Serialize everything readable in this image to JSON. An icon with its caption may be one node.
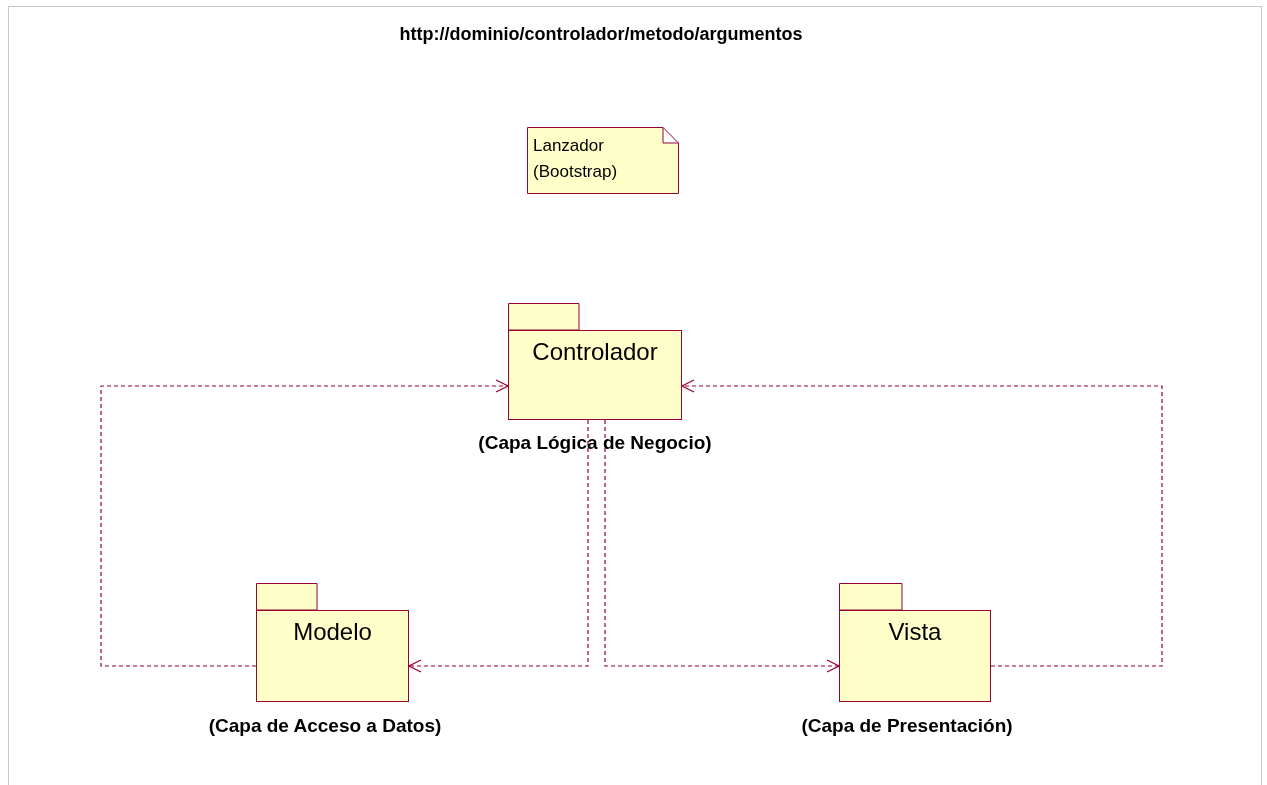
{
  "diagram": {
    "title": "http://dominio/controlador/metodo/argumentos",
    "nodes": [
      {
        "text": [
          "Lanzador (Bootstrap)"
        ]
      },
      {
        "text": [
          "Controlador"
        ],
        "beside": [
          "(Capa Lógica de Negocio)"
        ]
      },
      {
        "text": [
          "Modelo"
        ],
        "beside": [
          "(Capa de Acceso a Datos)"
        ]
      },
      {
        "text": [
          "Vista"
        ],
        "beside": [
          "(Capa de Presentación)"
        ]
      }
    ],
    "edges": [
      {
        "from": 2,
        "to": 1,
        "arrow": "to",
        "style": "dashed"
      },
      {
        "from": 3,
        "to": 1,
        "arrow": "to",
        "style": "dashed"
      },
      {
        "from": 1,
        "to": 2,
        "arrow": "to",
        "style": "dashed"
      },
      {
        "from": 1,
        "to": 3,
        "arrow": "to",
        "style": "dashed"
      }
    ]
  }
}
